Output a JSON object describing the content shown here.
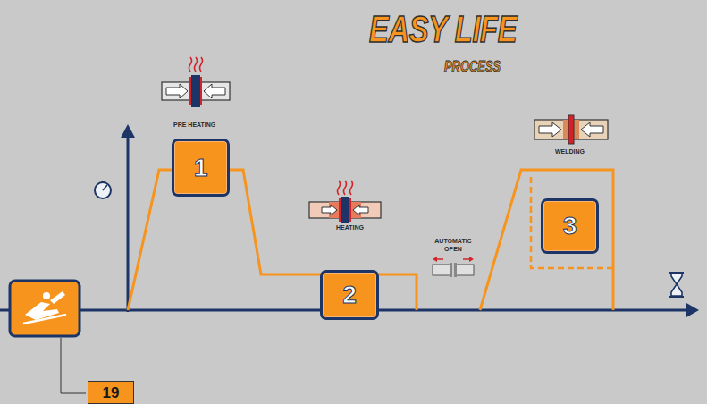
{
  "diagram": {
    "title": "EASY LIFE",
    "nodes": [
      {
        "text": [
          "1"
        ]
      },
      {
        "text": [
          "2"
        ]
      },
      {
        "text": [
          "3"
        ]
      },
      {
        "text": [
          "19"
        ]
      }
    ],
    "labels": [
      "PROCESS",
      "PRE HEATING",
      "HEATING",
      "AUTOMATIC OPEN",
      "WELDING"
    ]
  }
}
